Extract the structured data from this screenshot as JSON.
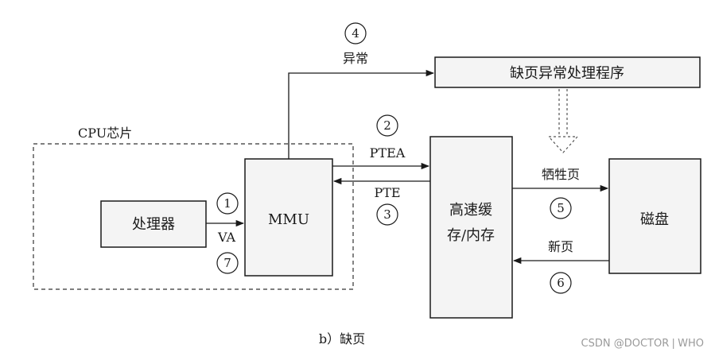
{
  "diagram": {
    "chip_label": "CPU芯片",
    "processor_label": "处理器",
    "mmu_label": "MMU",
    "cache_label_line1": "高速缓",
    "cache_label_line2": "存/内存",
    "disk_label": "磁盘",
    "handler_label": "缺页异常处理程序",
    "exception_label": "异常",
    "ptea_label": "PTEA",
    "pte_label": "PTE",
    "va_label": "VA",
    "victim_label": "牺牲页",
    "newpage_label": "新页",
    "steps": {
      "s1": "1",
      "s2": "2",
      "s3": "3",
      "s4": "4",
      "s5": "5",
      "s6": "6",
      "s7": "7"
    }
  },
  "caption": "b）缺页",
  "watermark": "CSDN @DOCTOR❘WHO"
}
